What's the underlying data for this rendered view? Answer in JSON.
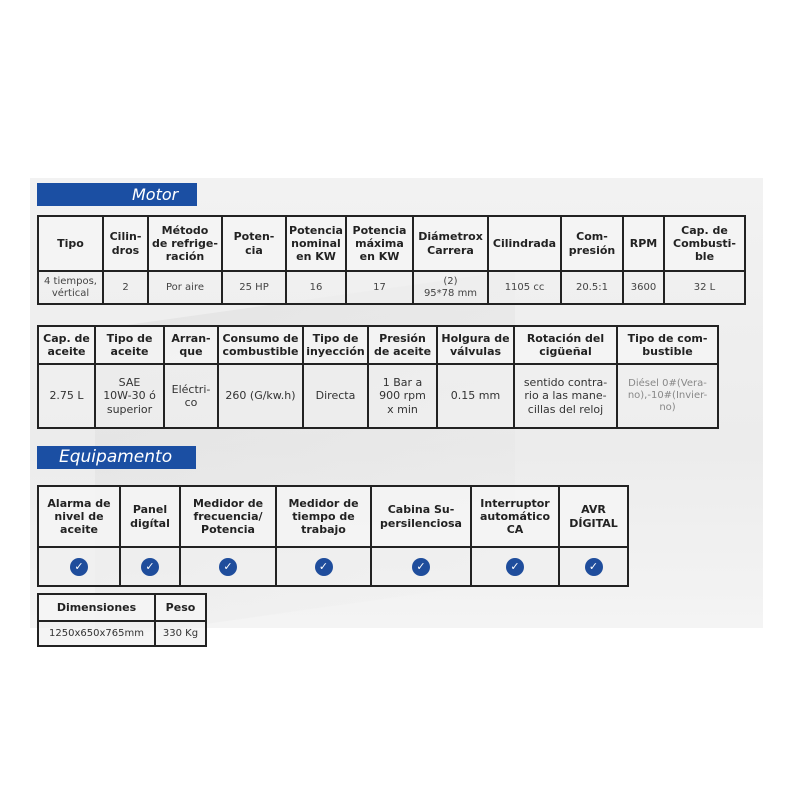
{
  "motor": {
    "title": "Motor",
    "headers": [
      "Tipo",
      "Cilin-\ndros",
      "Método\nde refrige-\nración",
      "Poten-\ncia",
      "Potencia\nnominal\nen KW",
      "Potencia\nmáxima\nen KW",
      "Diámetrox\nCarrera",
      "Cilindrada",
      "Com-\npresión",
      "RPM",
      "Cap. de\nCombusti-\nble"
    ],
    "values": [
      "4 tiempos,\nvértical",
      "2",
      "Por aire",
      "25 HP",
      "16",
      "17",
      "(2)\n95*78 mm",
      "1105 cc",
      "20.5:1",
      "3600",
      "32 L"
    ]
  },
  "motor2": {
    "headers": [
      "Cap. de\naceite",
      "Tipo de\naceite",
      "Arran-\nque",
      "Consumo de\ncombustible",
      "Tipo de\ninyección",
      "Presión\nde aceite",
      "Holgura de\nválvulas",
      "Rotación del\ncigüeñal",
      "Tipo de com-\nbustible"
    ],
    "values": [
      "2.75 L",
      "SAE\n10W-30 ó\nsuperior",
      "Eléctri-\nco",
      "260 (G/kw.h)",
      "Directa",
      "1 Bar a\n900 rpm\nx min",
      "0.15 mm",
      "sentido contra-\nrio a las mane-\ncillas del reloj",
      "Diésel 0#(Vera-\nno),-10#(Invier-\nno)"
    ]
  },
  "equipamento": {
    "title": "Equipamento",
    "headers": [
      "Alarma de\nnivel de\naceite",
      "Panel\ndigítal",
      "Medidor de\nfrecuencia/\nPotencia",
      "Medidor de\ntiempo de\ntrabajo",
      "Cabina Su-\npersilenciosa",
      "Interruptor\nautomático\nCA",
      "AVR\nDÍGITAL"
    ],
    "check_glyph": "✓"
  },
  "dims": {
    "headers": [
      "Dimensiones",
      "Peso"
    ],
    "values": [
      "1250x650x765mm",
      "330 Kg"
    ]
  }
}
